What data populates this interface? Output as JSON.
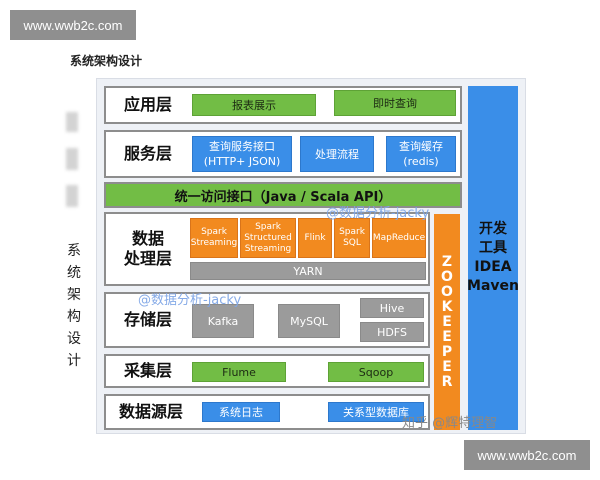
{
  "watermark_top": "www.wwb2c.com",
  "watermark_bottom": "www.wwb2c.com",
  "heading": "系统架构设计",
  "vertical_label": "系统架构设计",
  "layers": {
    "application": {
      "name": "应用层",
      "items": [
        "报表展示",
        "即时查询"
      ]
    },
    "service": {
      "name": "服务层",
      "items": [
        "查询服务接口\n(HTTP+ JSON)",
        "处理流程",
        "查询缓存\n(redis)"
      ]
    },
    "unified": {
      "label": "统一访问接口（Java / Scala API）"
    },
    "processing": {
      "name": "数据\n处理层",
      "items": [
        "Spark\nStreaming",
        "Spark\nStructured\nStreaming",
        "Flink",
        "Spark\nSQL",
        "MapReduce"
      ],
      "base": "YARN"
    },
    "storage": {
      "name": "存储层",
      "items": [
        "Kafka",
        "MySQL",
        "Hive",
        "HDFS"
      ]
    },
    "collection": {
      "name": "采集层",
      "items": [
        "Flume",
        "Sqoop"
      ]
    },
    "source": {
      "name": "数据源层",
      "items": [
        "系统日志",
        "关系型数据库"
      ]
    }
  },
  "zookeeper": "ZOOKEEPER",
  "tools": "开发\n工具\nIDEA\nMaven",
  "overlay_watermarks": [
    "@数据分析-jacky",
    "@数据分析-jacky"
  ],
  "corner_watermark": "知乎 @辉特理智",
  "colors": {
    "green": "#72bd45",
    "blue": "#3a8ee8",
    "orange": "#f28a1f",
    "gray": "#9b9b9b"
  }
}
